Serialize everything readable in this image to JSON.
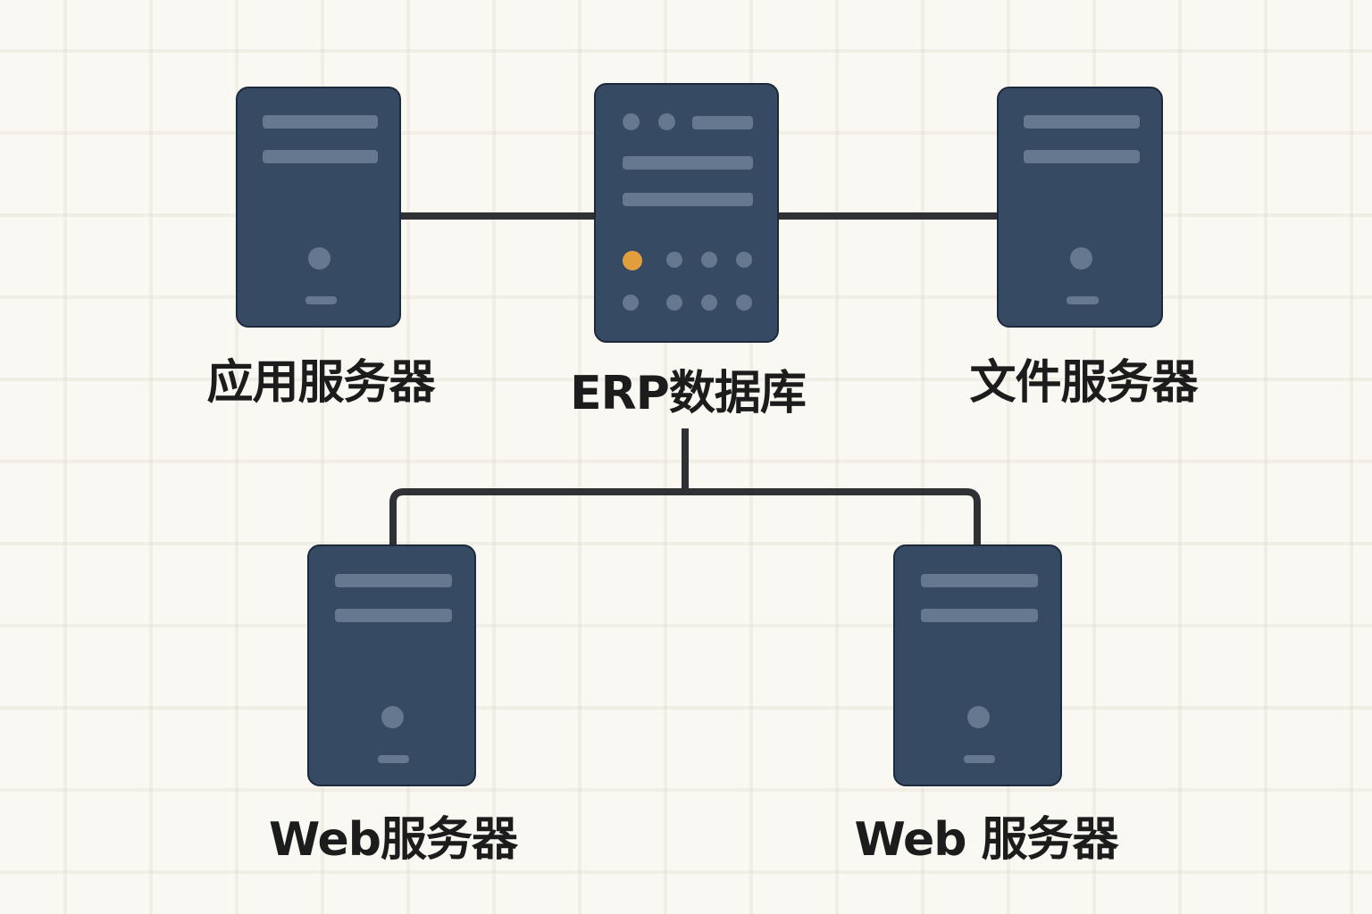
{
  "diagram": {
    "type": "network-topology",
    "colors": {
      "background": "#faf8f2",
      "server_body": "#374a64",
      "server_detail": "#66788f",
      "accent_led": "#e29f3e",
      "connector": "#2f3135",
      "label_text": "#1c1c1c"
    },
    "nodes": [
      {
        "id": "app-server",
        "label": "应用服务器",
        "kind": "server"
      },
      {
        "id": "erp-db",
        "label": "ERP数据库",
        "kind": "database-server"
      },
      {
        "id": "file-server",
        "label": "文件服务器",
        "kind": "server"
      },
      {
        "id": "web-server-1",
        "label": "Web服务器",
        "kind": "server"
      },
      {
        "id": "web-server-2",
        "label": "Web 服务器",
        "kind": "server"
      }
    ],
    "edges": [
      {
        "from": "app-server",
        "to": "erp-db"
      },
      {
        "from": "erp-db",
        "to": "file-server"
      },
      {
        "from": "erp-db",
        "to": "web-server-1"
      },
      {
        "from": "erp-db",
        "to": "web-server-2"
      }
    ]
  }
}
